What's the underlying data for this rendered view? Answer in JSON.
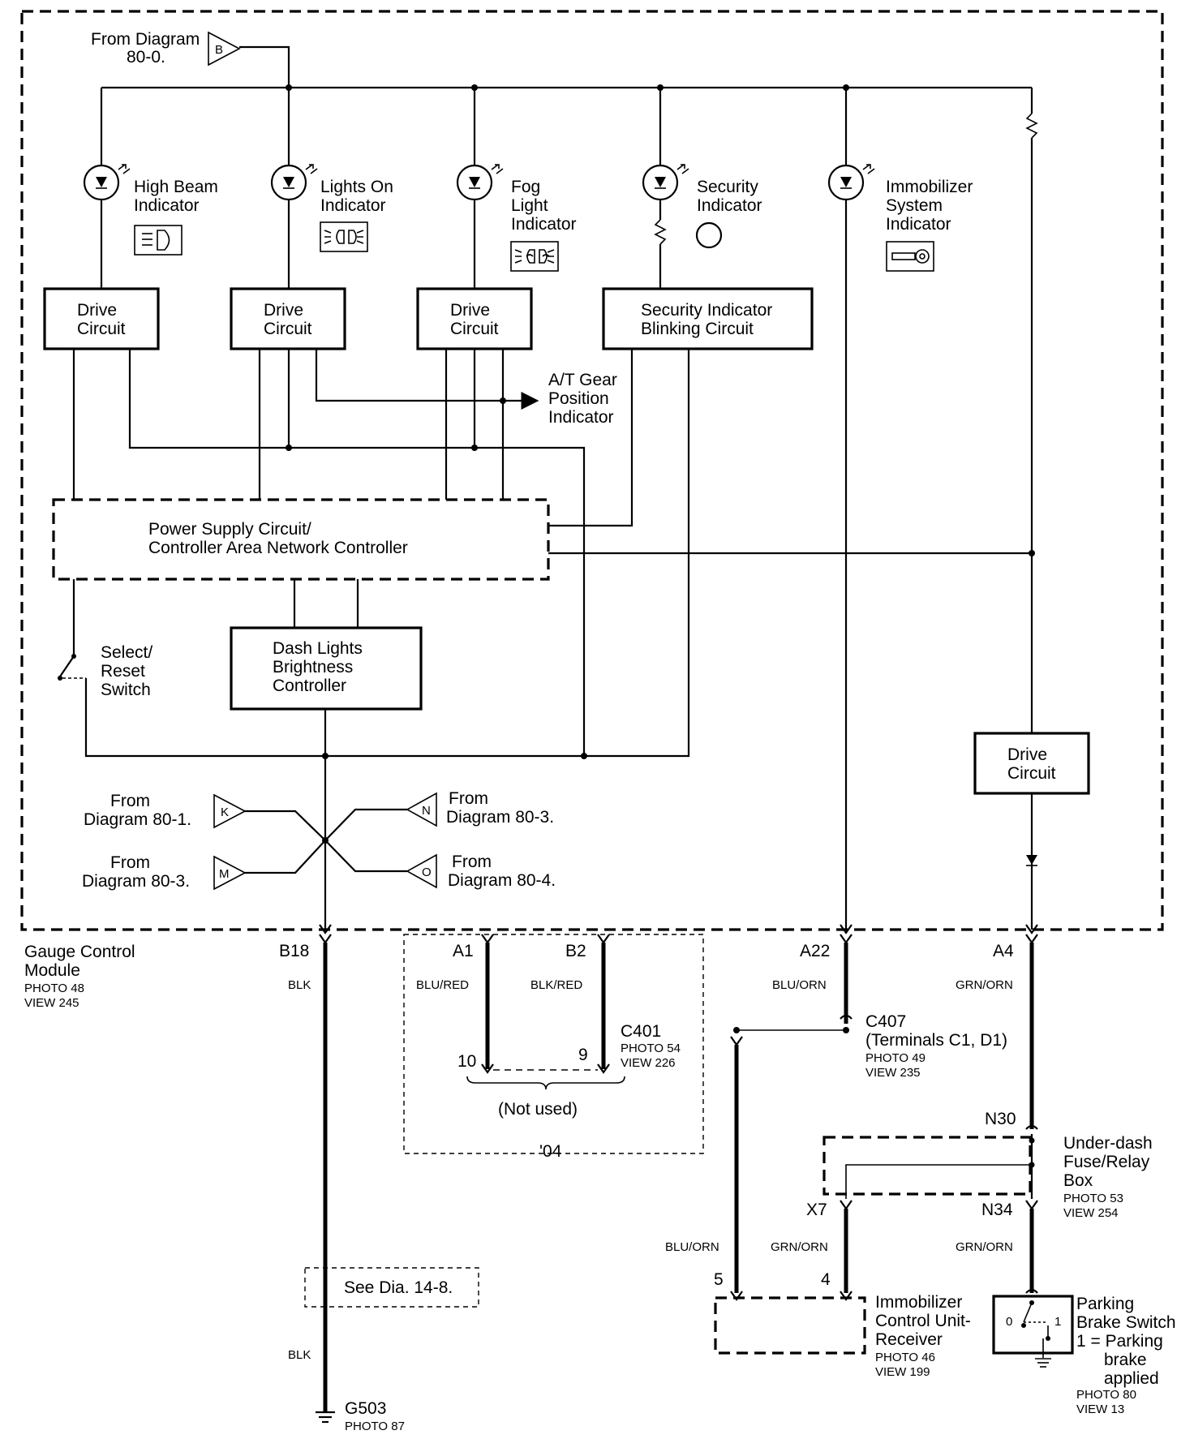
{
  "module": {
    "name_line1": "Gauge Control",
    "name_line2": "Module",
    "photo": "PHOTO 48",
    "view": "VIEW 245"
  },
  "refs": {
    "from_b_line1": "From Diagram",
    "from_b_line2": "80-0.",
    "from_b_letter": "B",
    "from_k_line1": "From",
    "from_k_line2": "Diagram 80-1.",
    "from_k_letter": "K",
    "from_m_line1": "From",
    "from_m_line2": "Diagram 80-3.",
    "from_m_letter": "M",
    "from_n_line1": "From",
    "from_n_line2": "Diagram 80-3.",
    "from_n_letter": "N",
    "from_o_line1": "From",
    "from_o_line2": "Diagram 80-4.",
    "from_o_letter": "O"
  },
  "indicators": {
    "high_beam_1": "High Beam",
    "high_beam_2": "Indicator",
    "lights_on_1": "Lights On",
    "lights_on_2": "Indicator",
    "fog_1": "Fog",
    "fog_2": "Light",
    "fog_3": "Indicator",
    "security_1": "Security",
    "security_2": "Indicator",
    "immobilizer_1": "Immobilizer",
    "immobilizer_2": "System",
    "immobilizer_3": "Indicator"
  },
  "circuits": {
    "drive_1": "Drive",
    "drive_2": "Circuit",
    "security_blink_1": "Security Indicator",
    "security_blink_2": "Blinking Circuit",
    "power_supply_1": "Power Supply Circuit/",
    "power_supply_2": "Controller Area Network Controller",
    "dash_lights_1": "Dash Lights",
    "dash_lights_2": "Brightness",
    "dash_lights_3": "Controller",
    "select_reset_1": "Select/",
    "select_reset_2": "Reset",
    "select_reset_3": "Switch",
    "at_gear_1": "A/T Gear",
    "at_gear_2": "Position",
    "at_gear_3": "Indicator"
  },
  "terminals": {
    "b18": "B18",
    "a1": "A1",
    "b2": "B2",
    "a22": "A22",
    "a4": "A4",
    "n30": "N30",
    "x7": "X7",
    "n34": "N34",
    "pin10": "10",
    "pin9": "9",
    "pin5": "5",
    "pin4": "4"
  },
  "wires": {
    "blk": "BLK",
    "blu_red": "BLU/RED",
    "blk_red": "BLK/RED",
    "blu_orn": "BLU/ORN",
    "grn_orn": "GRN/ORN"
  },
  "connectors": {
    "c401": "C401",
    "c401_photo": "PHOTO 54",
    "c401_view": "VIEW 226",
    "not_used": "(Not used)",
    "year": "'04",
    "c407": "C407",
    "c407_terminals": "(Terminals C1, D1)",
    "c407_photo": "PHOTO 49",
    "c407_view": "VIEW 235"
  },
  "components": {
    "see_dia": "See Dia. 14-8.",
    "g503": "G503",
    "g503_photo": "PHOTO 87",
    "fuse_box_1": "Under-dash",
    "fuse_box_2": "Fuse/Relay",
    "fuse_box_3": "Box",
    "fuse_box_photo": "PHOTO 53",
    "fuse_box_view": "VIEW 254",
    "immob_unit_1": "Immobilizer",
    "immob_unit_2": "Control Unit-",
    "immob_unit_3": "Receiver",
    "immob_unit_photo": "PHOTO 46",
    "immob_unit_view": "VIEW 199",
    "parking_1": "Parking",
    "parking_2": "Brake Switch",
    "parking_3": "1 = Parking",
    "parking_4": "brake",
    "parking_5": "applied",
    "parking_photo": "PHOTO 80",
    "parking_view": "VIEW 13",
    "parking_pos0": "0",
    "parking_pos1": "1"
  }
}
